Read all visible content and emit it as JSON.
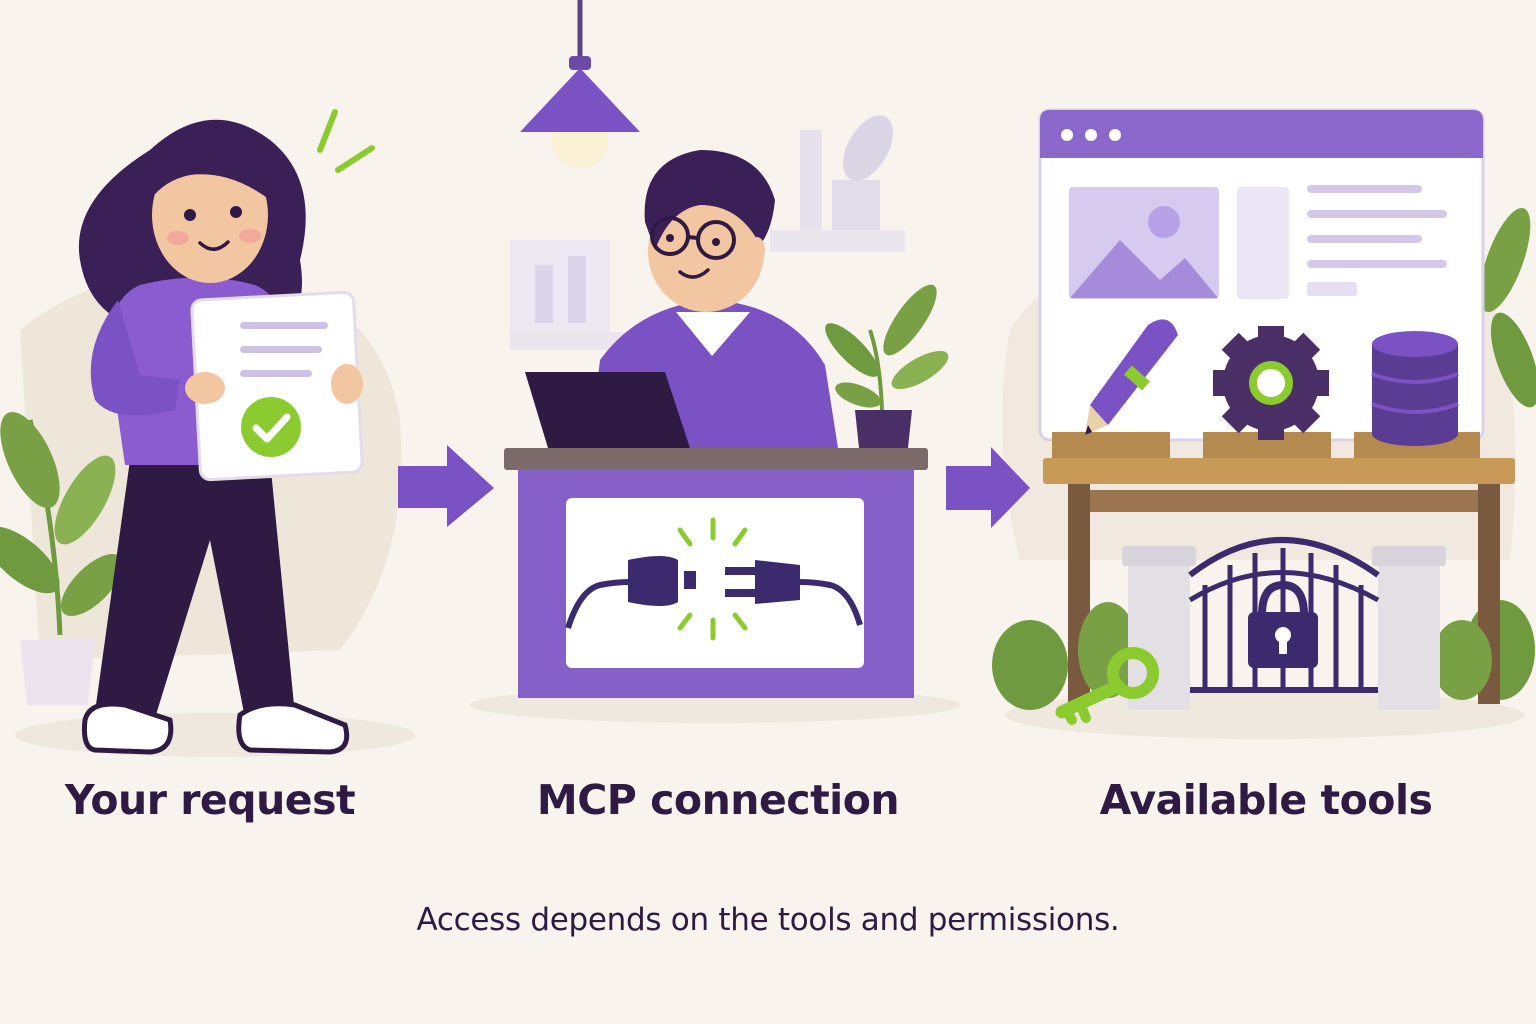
{
  "stages": [
    {
      "label": "Your request",
      "icon": "request-document-icon"
    },
    {
      "label": "MCP connection",
      "icon": "plug-connection-icon"
    },
    {
      "label": "Available tools",
      "icon": "tools-icon"
    }
  ],
  "caption": "Access depends on the tools and permissions.",
  "colors": {
    "background": "#f8f3ec",
    "primary_purple": "#7b52c4",
    "dark_purple": "#2e1a43",
    "accent_green": "#8ccb2f",
    "plant_green": "#6f9a3f",
    "wood": "#b48a4e"
  }
}
